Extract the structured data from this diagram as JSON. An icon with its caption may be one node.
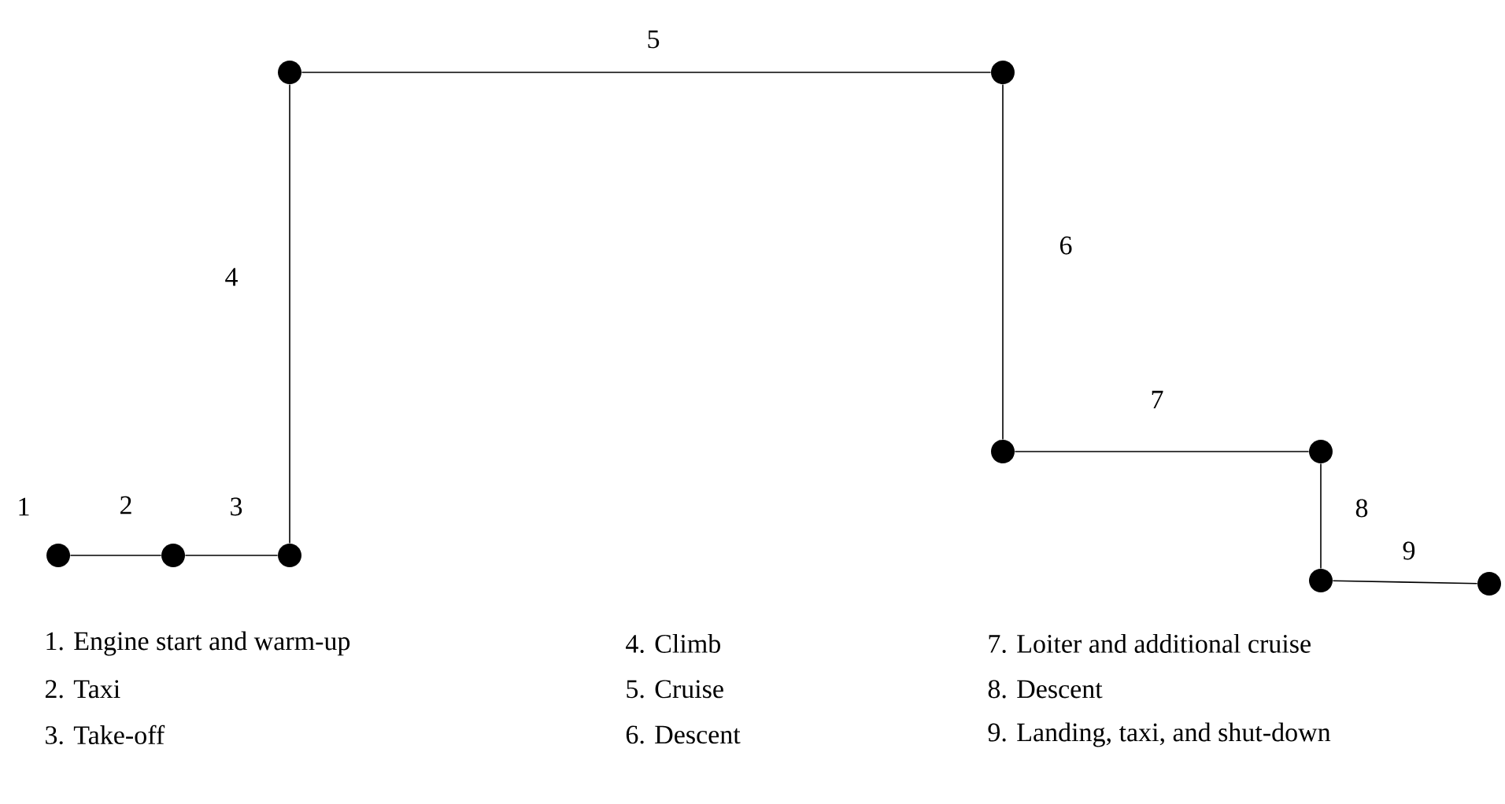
{
  "diagram": {
    "nodes": [
      {
        "text": [],
        "shape": "circle",
        "beside": [
          "1"
        ]
      },
      {
        "text": [],
        "shape": "circle"
      },
      {
        "text": [],
        "shape": "circle"
      },
      {
        "text": [],
        "shape": "circle"
      },
      {
        "text": [],
        "shape": "circle"
      },
      {
        "text": [],
        "shape": "circle"
      },
      {
        "text": [],
        "shape": "circle"
      },
      {
        "text": [],
        "shape": "circle"
      },
      {
        "text": [],
        "shape": "circle"
      }
    ],
    "edges": [
      {
        "from": 0,
        "to": 1,
        "arrow": "none",
        "label": "2"
      },
      {
        "from": 1,
        "to": 2,
        "arrow": "none",
        "label": "3"
      },
      {
        "from": 2,
        "to": 3,
        "arrow": "none",
        "label": "4"
      },
      {
        "from": 3,
        "to": 4,
        "arrow": "none",
        "label": "5"
      },
      {
        "from": 4,
        "to": 5,
        "arrow": "none",
        "label": "6"
      },
      {
        "from": 5,
        "to": 6,
        "arrow": "none",
        "label": "7"
      },
      {
        "from": 6,
        "to": 7,
        "arrow": "none",
        "label": "8"
      },
      {
        "from": 7,
        "to": 8,
        "arrow": "none",
        "label": "9"
      }
    ],
    "labels": [
      "1. Engine start and warm-up",
      "4. Climb",
      "7. Loiter and additional cruise",
      "2. Taxi",
      "5. Cruise",
      "8. Descent",
      "3. Take-off",
      "6. Descent",
      "9. Landing, taxi, and shut-down"
    ]
  }
}
